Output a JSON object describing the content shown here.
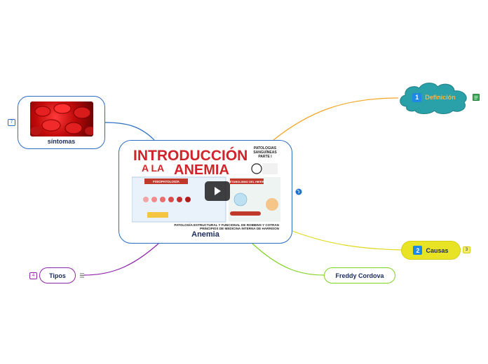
{
  "central": {
    "title": "Anemia",
    "image": {
      "heading_line1": "INTRODUCCIÓN",
      "heading_line2": "A LA",
      "heading_line3": "ANEMIA",
      "corner_text": "PATOLOGÍAS SANGUÍNEAS PARTE I",
      "panel_left": "FISIOPATOLOGÍA",
      "panel_right": "METABOLISMO DEL HIERRO",
      "footer_line1": "PATOLOGÍA ESTRUCTURAL Y FUNCIONAL DE ROBBINS Y COTRAN",
      "footer_line2": "PRINCIPIOS DE MEDICINA INTERNA DE HARRISON"
    }
  },
  "topics": {
    "sintomas": {
      "label": "síntomas",
      "badge": "7"
    },
    "tipos": {
      "label": "Tipos",
      "badge": "4"
    },
    "freddy": {
      "label": "Freddy Cordova"
    },
    "causas": {
      "label": "Causas",
      "number": "2",
      "badge": "3"
    },
    "definicion": {
      "label": "Definición",
      "number": "1"
    }
  },
  "icons": {
    "link": "globe-link-icon",
    "notes": "notes-icon",
    "play": "play-icon"
  },
  "colors": {
    "central_border": "#2b6cc4",
    "definicion_branch": "#f5a623",
    "causas_branch": "#e0d91a",
    "freddy_branch": "#7ed321",
    "tipos_branch": "#8e24aa",
    "sintomas_branch": "#2b6cc4",
    "cloud_fill": "#2aa0a8",
    "causas_fill": "#e9e325"
  }
}
